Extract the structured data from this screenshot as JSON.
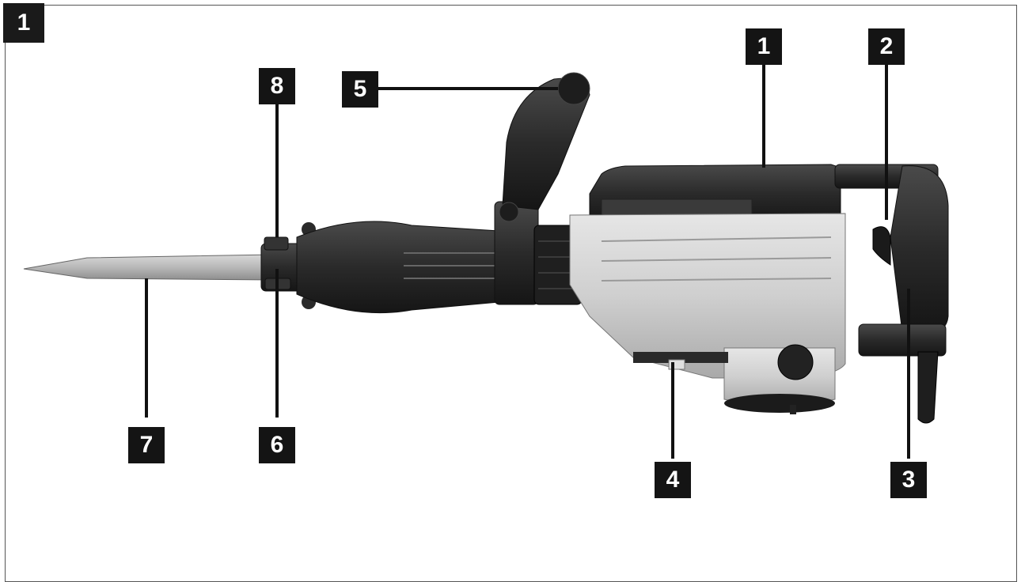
{
  "figure_number": "1",
  "callouts": [
    {
      "id": "1",
      "label": "1"
    },
    {
      "id": "2",
      "label": "2"
    },
    {
      "id": "3",
      "label": "3"
    },
    {
      "id": "4",
      "label": "4"
    },
    {
      "id": "5",
      "label": "5"
    },
    {
      "id": "6",
      "label": "6"
    },
    {
      "id": "7",
      "label": "7"
    },
    {
      "id": "8",
      "label": "8"
    }
  ],
  "colors": {
    "badge": "#141414",
    "housing_light": "#cfcfcf",
    "housing_dark": "#2a2a2a",
    "chisel": "#bdbdbd",
    "frame": "#555555"
  }
}
